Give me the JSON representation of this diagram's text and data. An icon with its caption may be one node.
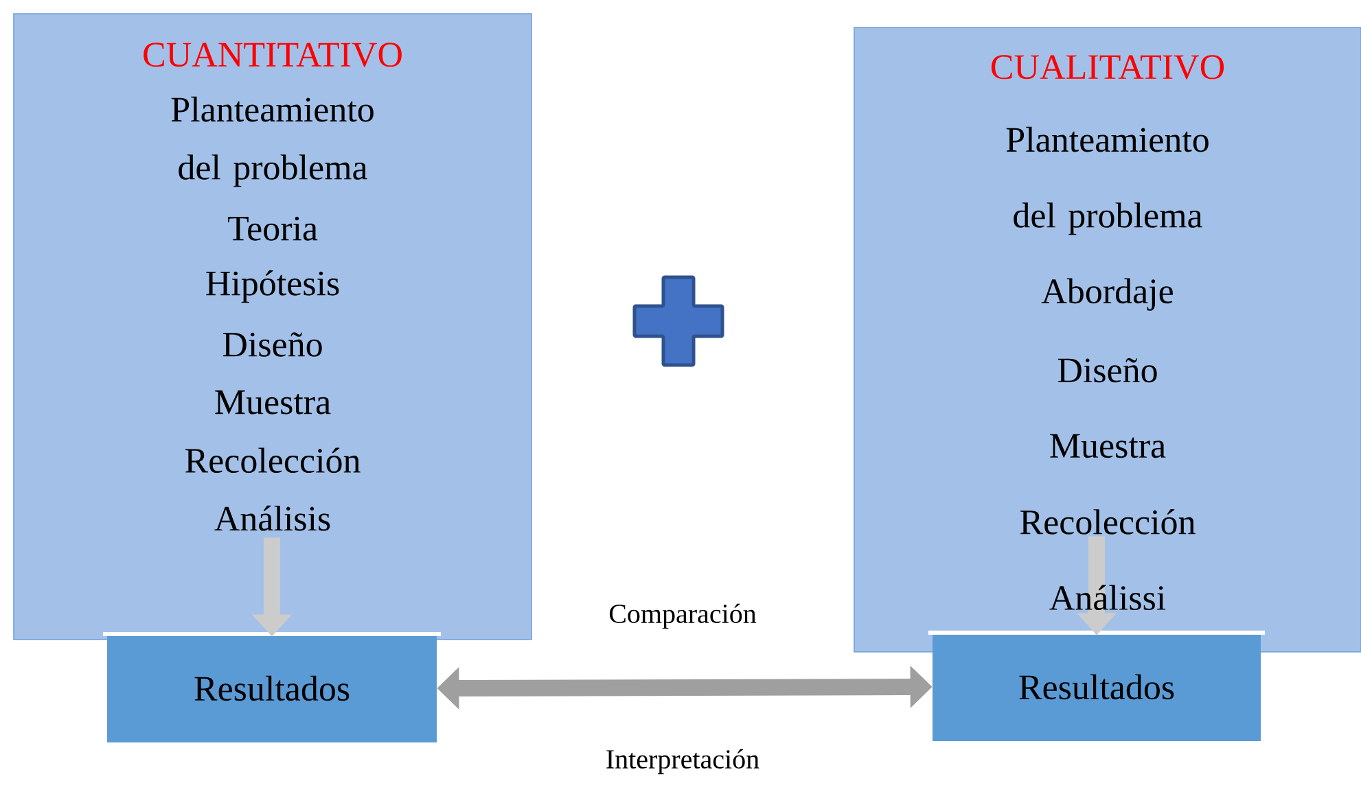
{
  "diagram": {
    "nodes": [
      {
        "text": [
          "CUANTITATIVO",
          "Planteamiento del problema",
          "Teoria",
          "Hipótesis",
          "Diseño",
          "Muestra",
          "Recolección",
          "Análisis"
        ]
      },
      {
        "text": [
          "Resultados"
        ]
      },
      {
        "text": [
          "CUALITATIVO",
          "Planteamiento del problema",
          "Abordaje",
          "Diseño",
          "Muestra",
          "Recolección",
          "Análissi"
        ]
      },
      {
        "text": [
          "Resultados"
        ]
      }
    ],
    "edges": [
      {
        "from": 0,
        "to": 1,
        "arrow": "to"
      },
      {
        "from": 2,
        "to": 3,
        "arrow": "to"
      },
      {
        "from": 1,
        "to": 3,
        "arrow": "both",
        "label": "Comparación"
      }
    ],
    "labels": [
      "Interpretación"
    ]
  }
}
